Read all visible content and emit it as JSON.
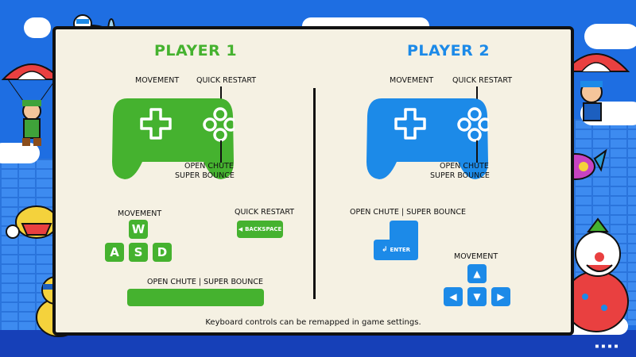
{
  "colors": {
    "player1": "#45b22f",
    "player2": "#1c8ae8",
    "panel": "#f5f1e3",
    "background": "#1e6ee2"
  },
  "player1": {
    "title": "PLAYER 1",
    "controller": {
      "movement_label": "MOVEMENT",
      "quick_restart_label": "QUICK RESTART",
      "open_chute_label": "OPEN CHUTE",
      "super_bounce_label": "SUPER BOUNCE"
    },
    "keyboard": {
      "movement_label": "MOVEMENT",
      "keys": {
        "w": "W",
        "a": "A",
        "s": "S",
        "d": "D"
      },
      "quick_restart_label": "QUICK RESTART",
      "backspace_key": "BACKSPACE",
      "space_label": "OPEN CHUTE | SUPER BOUNCE"
    }
  },
  "player2": {
    "title": "PLAYER 2",
    "controller": {
      "movement_label": "MOVEMENT",
      "quick_restart_label": "QUICK RESTART",
      "open_chute_label": "OPEN CHUTE",
      "super_bounce_label": "SUPER BOUNCE"
    },
    "keyboard": {
      "enter_label": "OPEN CHUTE | SUPER BOUNCE",
      "enter_key": "ENTER",
      "movement_label": "MOVEMENT"
    }
  },
  "footer": "Keyboard controls can be remapped in game settings.",
  "icons": [
    "controller-icon",
    "dpad-icon",
    "face-buttons-icon",
    "backspace-arrow-icon",
    "enter-arrow-icon",
    "arrow-up-icon",
    "arrow-left-icon",
    "arrow-down-icon",
    "arrow-right-icon"
  ]
}
